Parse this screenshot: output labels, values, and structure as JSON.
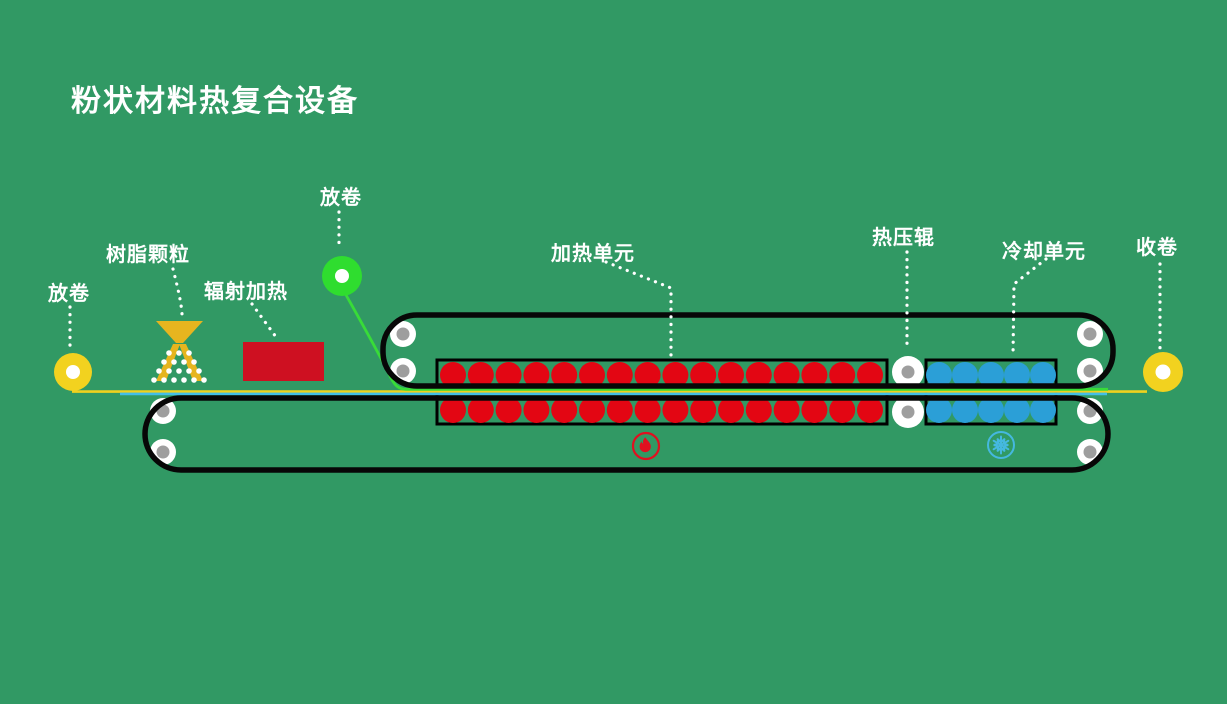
{
  "title": "粉状材料热复合设备",
  "labels": {
    "unwind_left": "放卷",
    "resin_particles": "树脂颗粒",
    "radiant_heating": "辐射加热",
    "unwind_top": "放卷",
    "heating_unit": "加热单元",
    "hot_press_roller": "热压辊",
    "cooling_unit": "冷却单元",
    "rewind": "收卷"
  },
  "colors": {
    "background": "#319964",
    "belt_black": "#070707",
    "roller_yellow": "#F2D21F",
    "roller_green": "#2FDD2F",
    "roller_core_white": "#FFFFFF",
    "roller_core_gray": "#9E9E9E",
    "film_yellow": "#EFD11E",
    "film_cyan": "#41BEE8",
    "film_green": "#38DC38",
    "heater_box_red": "#CE1021",
    "heat_circle_red": "#E30613",
    "cool_circle_blue": "#2B9FD7",
    "funnel_gold": "#E6B51F",
    "fire_icon_red": "#E01020",
    "snowflake_icon_blue": "#45B8DF",
    "label_white": "#FFFFFF"
  },
  "diagram": {
    "heating_unit": {
      "rows": 2,
      "circles_per_row": 16
    },
    "cooling_unit": {
      "rows": 2,
      "circles_per_row": 5
    },
    "resin_particle_rows": [
      3,
      4,
      5,
      6
    ]
  }
}
